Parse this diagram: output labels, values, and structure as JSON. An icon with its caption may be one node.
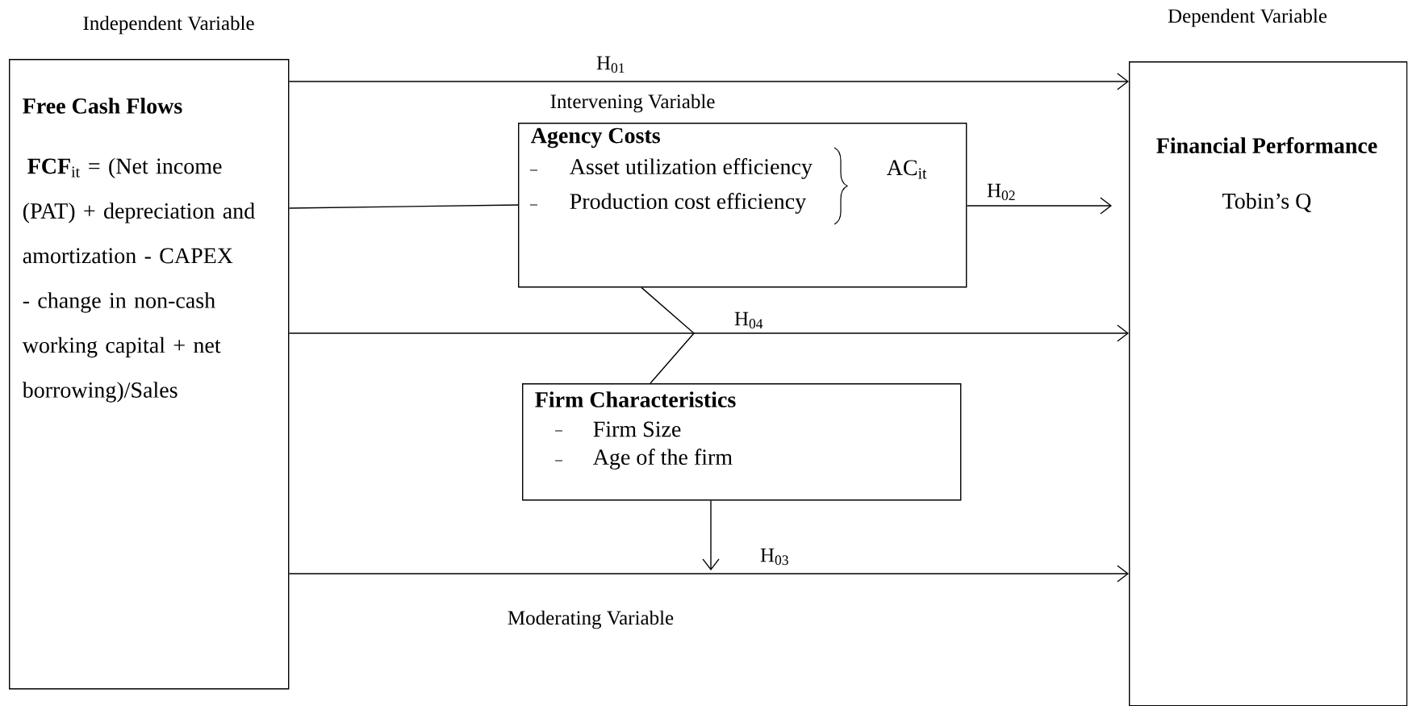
{
  "diagram": {
    "nodes": [
      {
        "text": [
          "Free Cash Flows",
          "**FCF**$_{it}$ = (Net income (PAT) + depreciation and amortization - CAPEX - change in non-cash working capital + net borrowing)/Sales"
        ]
      },
      {
        "text": [
          "Agency Costs",
          "Asset utilization efficiency",
          "Production cost efficiency",
          "AC$_{it}$"
        ]
      },
      {
        "text": [
          "Financial Performance",
          "Tobin’s Q"
        ]
      },
      {
        "text": [
          "Firm Characteristics",
          "Firm Size",
          "Age of the firm"
        ]
      }
    ],
    "edges": [
      {
        "from": 0,
        "to": 2,
        "arrow": "to",
        "label": "H$_{01}$"
      },
      {
        "from": 0,
        "to": 1,
        "arrow": "none"
      },
      {
        "from": 1,
        "to": 2,
        "arrow": "to",
        "label": "H$_{02}$"
      },
      {
        "from": 0,
        "to": 2,
        "arrow": "to",
        "label": "H$_{04}$"
      },
      {
        "from": 1,
        "to": 3,
        "arrow": "none"
      },
      {
        "from": 3,
        "to": null,
        "arrow": "to"
      },
      {
        "from": 0,
        "to": 2,
        "arrow": "to",
        "label": "H$_{03}$"
      }
    ],
    "labels": [
      "Independent Variable",
      "Dependent Variable",
      "Intervening Variable",
      "Moderating Variable"
    ]
  }
}
